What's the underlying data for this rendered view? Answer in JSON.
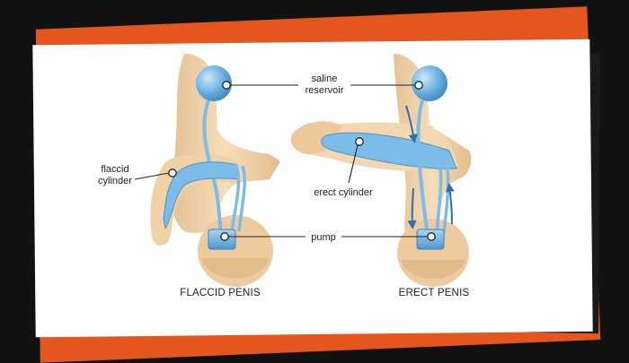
{
  "colors": {
    "orange_accent": "#E5551E",
    "device_blue": "#5AA7DD",
    "skin": "#F0D2A8",
    "background": "#111111"
  },
  "labels": {
    "saline_reservoir_1": "saline",
    "saline_reservoir_2": "reservoir",
    "flaccid_cylinder_1": "flaccid",
    "flaccid_cylinder_2": "cylinder",
    "erect_cylinder": "erect cylinder",
    "pump": "pump"
  },
  "captions": {
    "left": "FLACCID PENIS",
    "right": "ERECT PENIS"
  }
}
